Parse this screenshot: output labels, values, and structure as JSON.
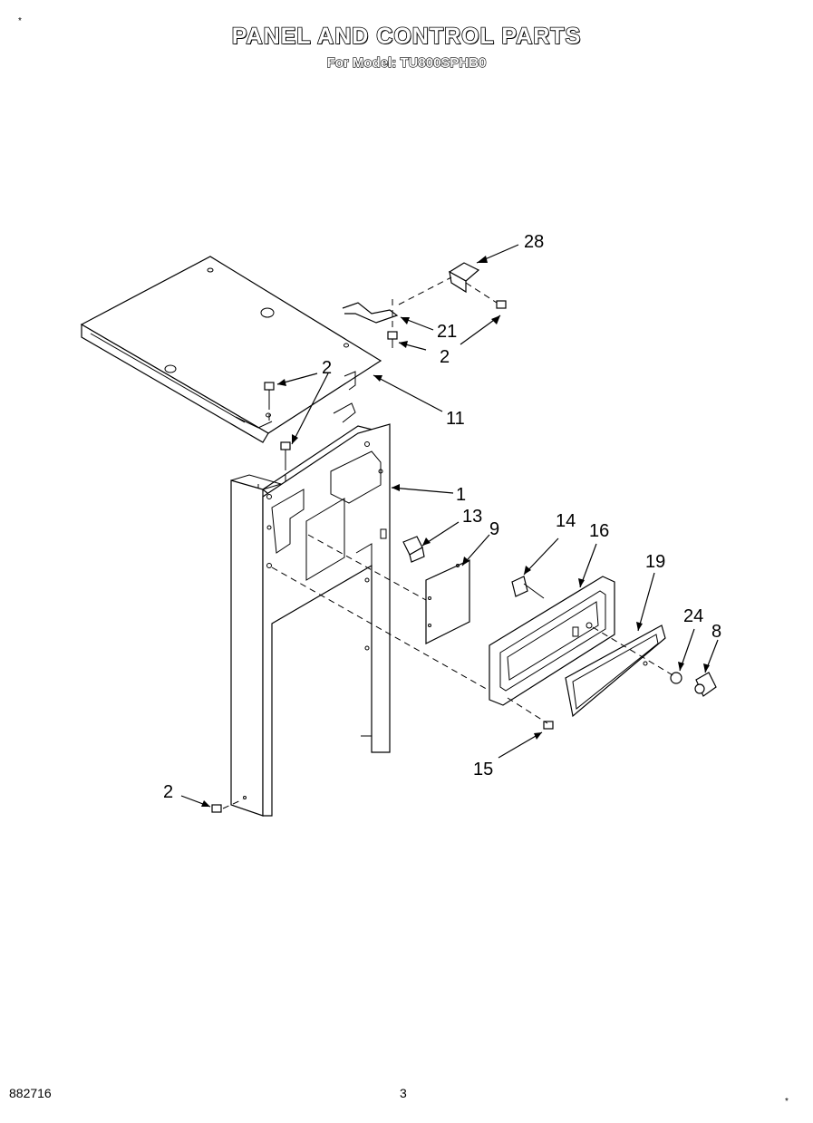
{
  "header": {
    "title": "PANEL AND CONTROL PARTS",
    "subtitle": "For Model: TU800SPHB0"
  },
  "footer": {
    "doc_number": "882716",
    "page_number": "3"
  },
  "callouts": {
    "c28": "28",
    "c21": "21",
    "c2_top": "2",
    "c2_mid": "2",
    "c11": "11",
    "c1": "1",
    "c13": "13",
    "c9": "9",
    "c14": "14",
    "c16": "16",
    "c19": "19",
    "c24": "24",
    "c8": "8",
    "c15": "15",
    "c2_bottom": "2"
  }
}
